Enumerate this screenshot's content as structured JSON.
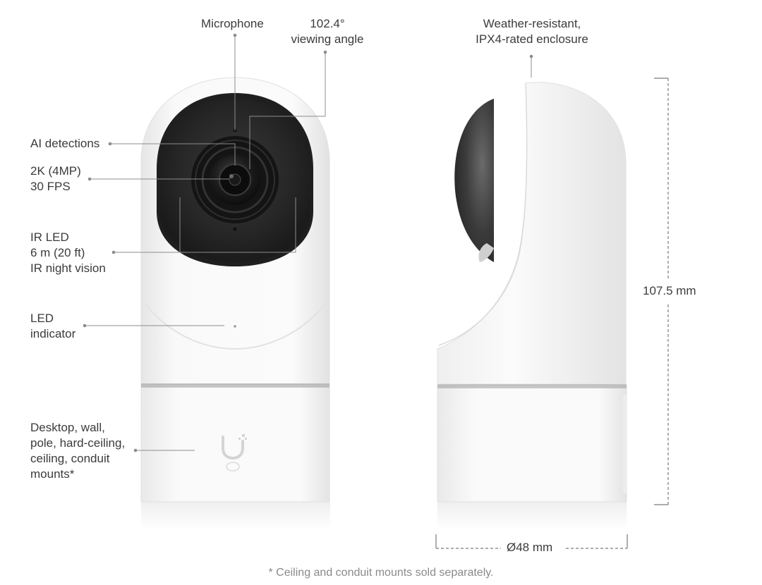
{
  "callouts": {
    "microphone": "Microphone",
    "viewing_angle": [
      "102.4°",
      "viewing angle"
    ],
    "ai_detections": "AI detections",
    "resolution": [
      "2K (4MP)",
      "30 FPS"
    ],
    "ir_led": [
      "IR LED",
      "6 m (20 ft)",
      "IR night vision"
    ],
    "led_indicator": [
      "LED",
      "indicator"
    ],
    "mounts": [
      "Desktop, wall,",
      "pole, hard-ceiling,",
      "ceiling, conduit",
      "mounts*"
    ],
    "enclosure": [
      "Weather-resistant,",
      "IPX4-rated enclosure"
    ]
  },
  "dimensions": {
    "height": "107.5 mm",
    "diameter": "Ø48 mm"
  },
  "footnote": "* Ceiling and conduit mounts sold separately.",
  "colors": {
    "body_white": "#f7f7f7",
    "lens_dark": "#2a2a2a",
    "leader_line": "#8c8c8c",
    "text": "#3b3b3b"
  }
}
